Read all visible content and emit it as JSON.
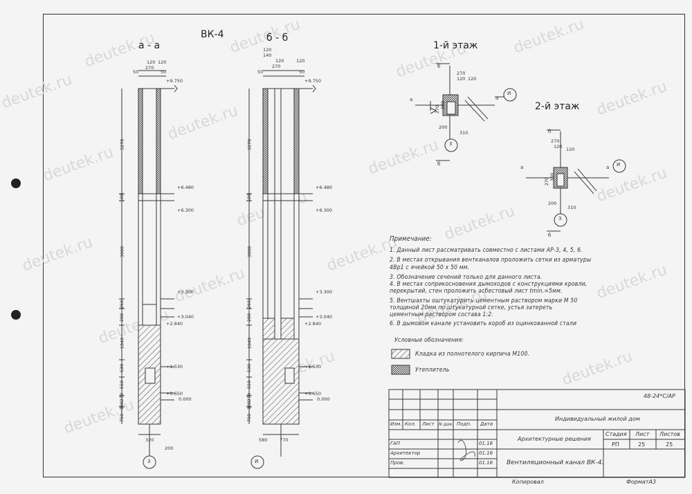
{
  "watermark": "deutek.ru",
  "sheet": {
    "section_aa_title": "а - а",
    "section_bb_title": "б - б",
    "duct_label": "ВК-4",
    "plan1_title": "1-й этаж",
    "plan2_title": "2-й этаж",
    "axis_aa": "3",
    "axis_bb": "И"
  },
  "elevations": [
    "+9.750",
    "+6.480",
    "+6.300",
    "+3.300",
    "+3.040",
    "+2.840",
    "+1.530",
    "+0.650",
    "0.000"
  ],
  "section_dims": {
    "top_aa": [
      "120",
      "270",
      "120",
      "50",
      "50"
    ],
    "top_bb": [
      "120",
      "140",
      "120",
      "270",
      "120",
      "50",
      "50"
    ],
    "left": [
      "3270",
      "180",
      "3000",
      "260",
      "200",
      "1040",
      "530",
      "550",
      "270",
      "380",
      "750"
    ],
    "bottom_aa": [
      "320",
      "200"
    ],
    "bottom_bb": [
      "580",
      "770"
    ]
  },
  "plan1_dims": [
    "270",
    "120",
    "120",
    "270",
    "380",
    "200",
    "310"
  ],
  "plan2_dims": [
    "270",
    "120",
    "120",
    "270",
    "380",
    "200",
    "310"
  ],
  "plan_cut_labels": [
    "б",
    "б",
    "а",
    "а",
    "И",
    "3"
  ],
  "notes": {
    "heading": "Примечание:",
    "items": [
      "1. Данный лист рассматривать совместно с листами АР-3, 4, 5, 6.",
      "2. В местах открывания вентканалов проложить сетки из арматуры",
      "    4Вр1 с ячейкой 50 х 50 мм.",
      "3. Обозначение сечений только для данного листа.",
      "4. В местах соприкосновения дымоходов с конструкциями кровли,",
      "    перекрытий, стен проложить асбестовый лист tmin.=5мм.",
      "5. Вентшахты оштукатурить цементным раствором марки М 50",
      "    толщиной 20мм по штукатурной сетке, устья затереть",
      "    цементным раствором состава 1:2.",
      "6. В дымовом канале установить короб из оцинкованной стали"
    ]
  },
  "legend": {
    "heading": "Условные обозначения:",
    "items": [
      {
        "label": "Кладка из полнотелого кирпича М100."
      },
      {
        "label": "Утеплитель"
      }
    ]
  },
  "title_block": {
    "code": "48-24*С/АР",
    "project": "Индивидуальный жилой дом",
    "section": "Архитектурные решения",
    "sheet_name": "Вентиляционный канал ВК-4.",
    "col_headers": [
      "Изм.",
      "Кол.",
      "Лист",
      "N док.",
      "Подп.",
      "Дата"
    ],
    "roles": [
      "ГАП",
      "Архитектор",
      "Пров."
    ],
    "dates": [
      "01.16",
      "01.16",
      "01.16"
    ],
    "stage_label": "Стадия",
    "sheet_label": "Лист",
    "sheets_label": "Листов",
    "stage": "РП",
    "sheet_no": "25",
    "sheets_total": "25"
  },
  "footer": {
    "copied": "Копировал",
    "format": "ФорматА3"
  }
}
